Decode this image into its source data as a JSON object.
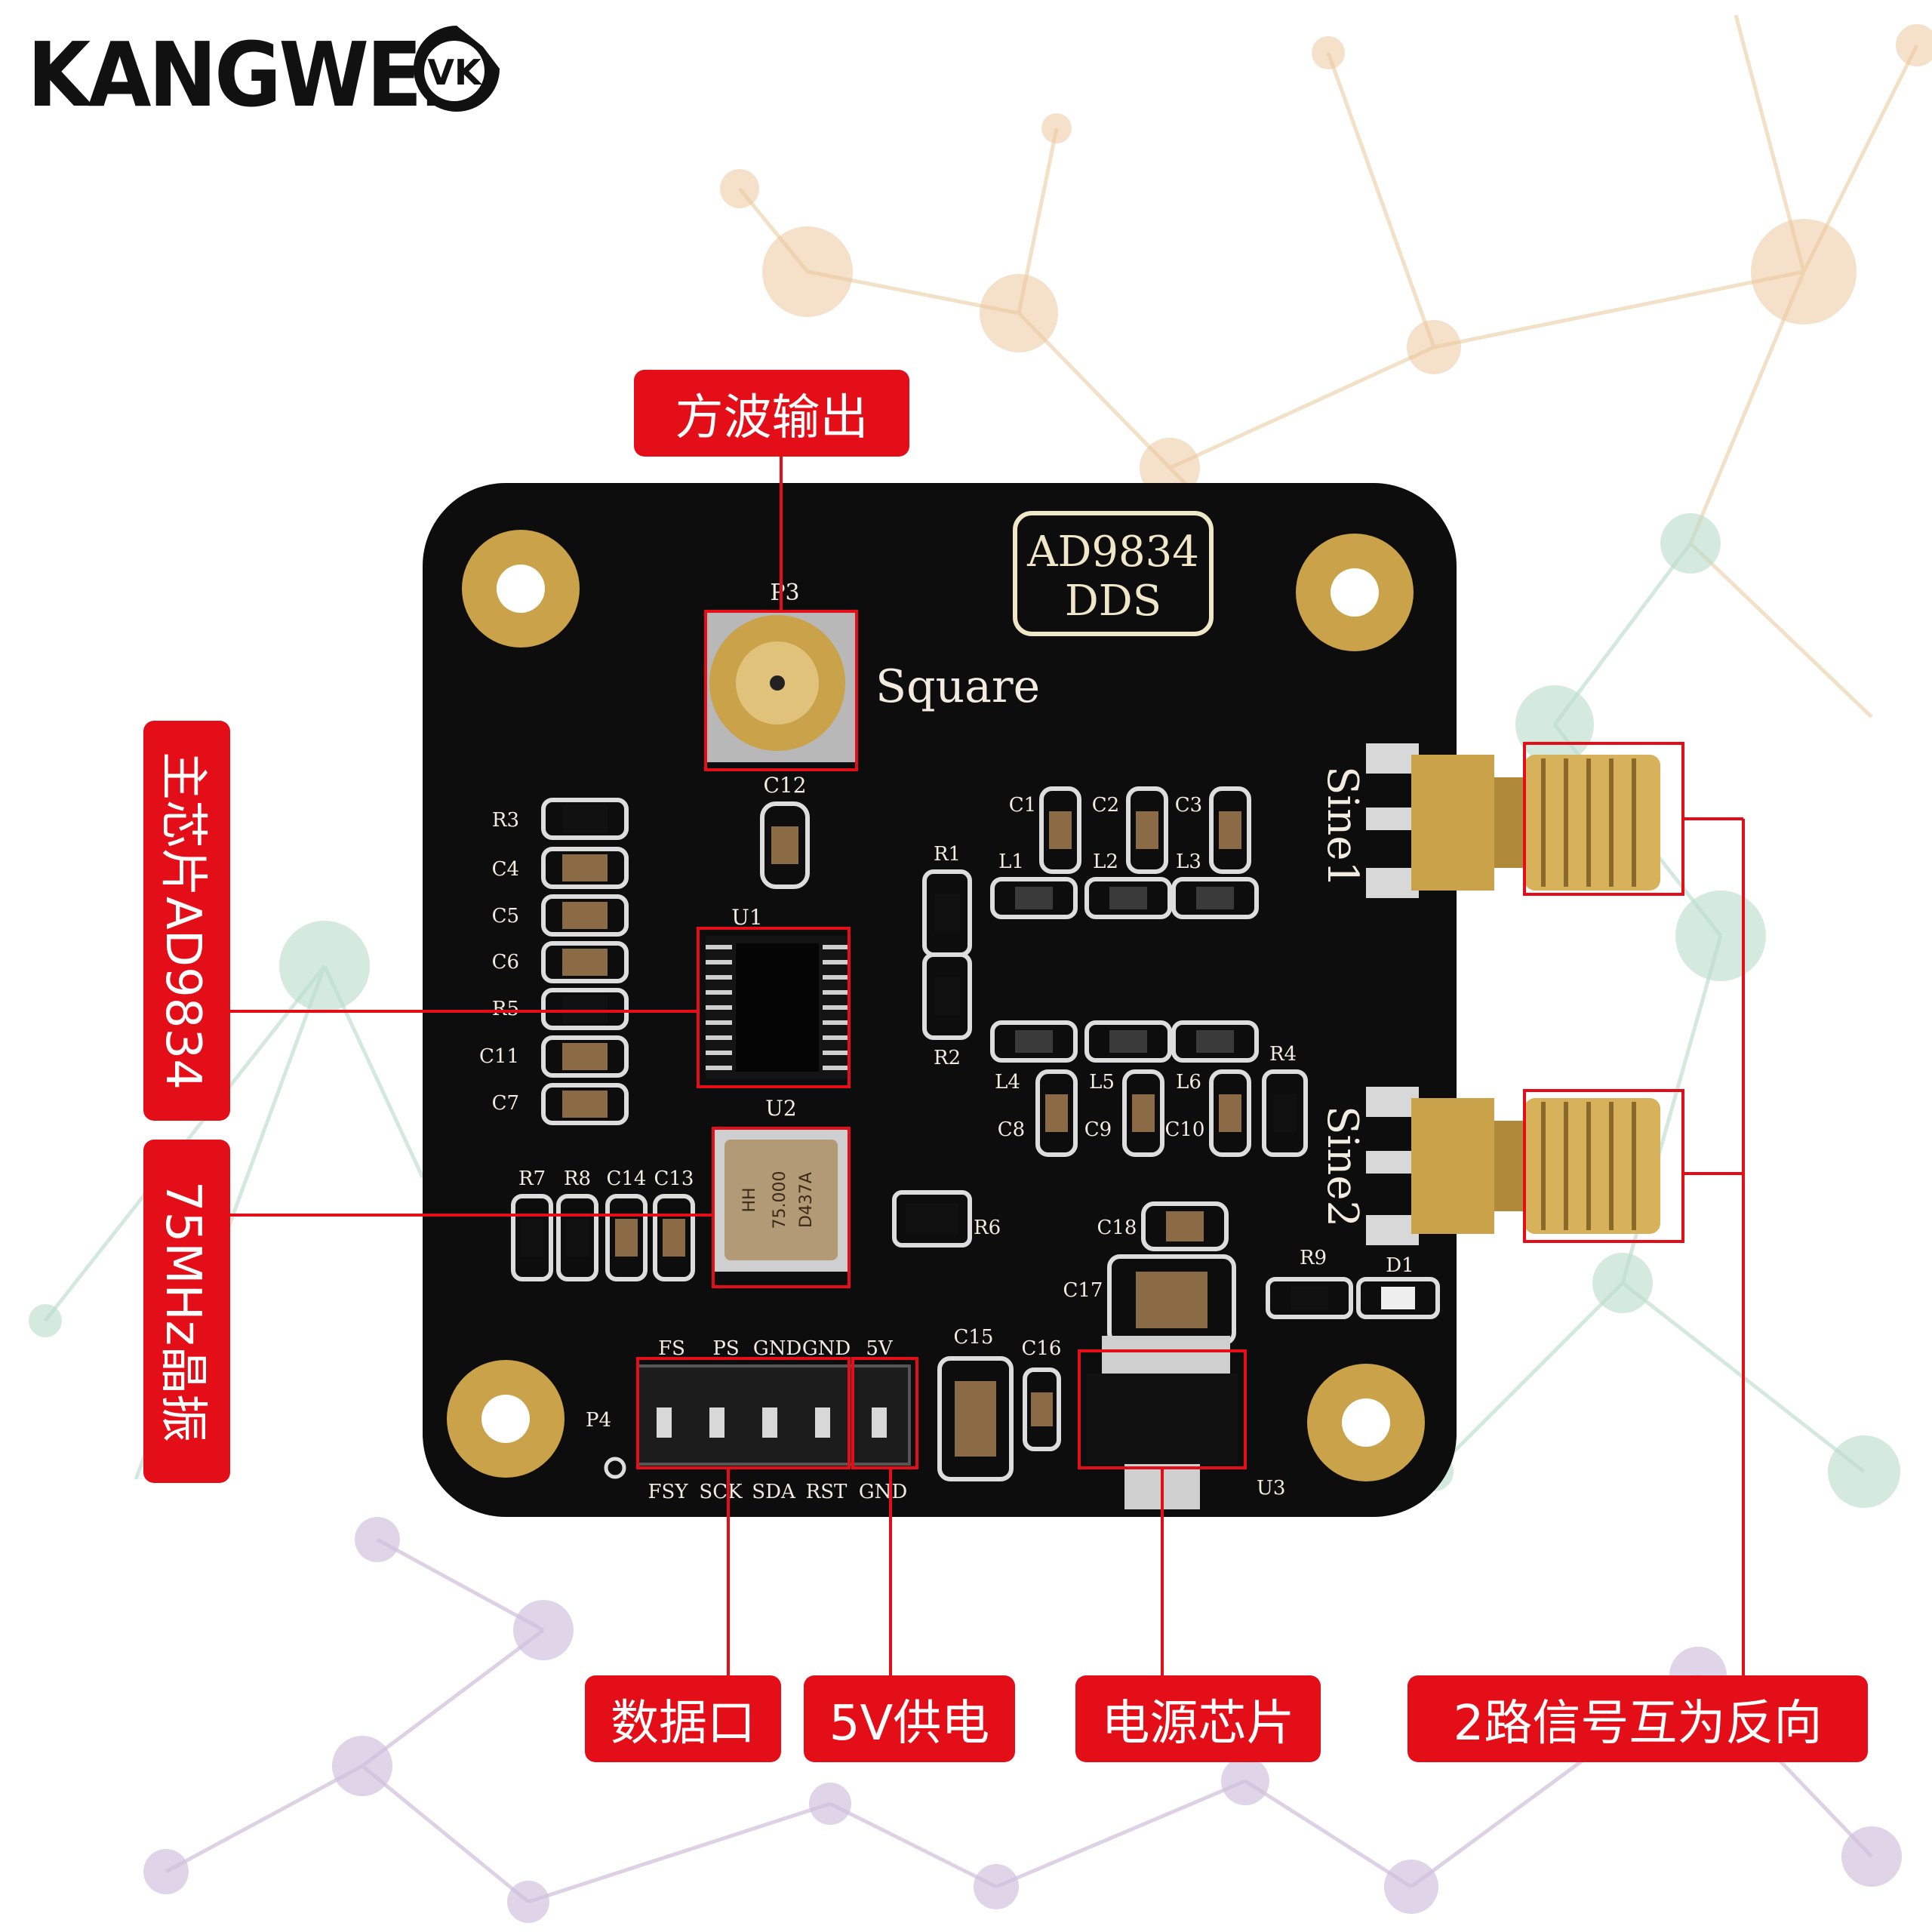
{
  "brand": {
    "logo_text": "KANGWEI",
    "logo_mark": "VK"
  },
  "board": {
    "name_line1": "AD9834",
    "name_line2": "DDS",
    "square_label": "Square",
    "sine1_label": "Sine1",
    "sine2_label": "Sine2",
    "designators": {
      "p3": "P3",
      "p4": "P4",
      "u1": "U1",
      "u2": "U2",
      "u3": "U3",
      "r1": "R1",
      "r2": "R2",
      "r3": "R3",
      "r4": "R4",
      "r5": "R5",
      "r6": "R6",
      "r7": "R7",
      "r8": "R8",
      "r9": "R9",
      "c1": "C1",
      "c2": "C2",
      "c3": "C3",
      "c4": "C4",
      "c5": "C5",
      "c6": "C6",
      "c7": "C7",
      "c8": "C8",
      "c9": "C9",
      "c10": "C10",
      "c11": "C11",
      "c12": "C12",
      "c13": "C13",
      "c14": "C14",
      "c15": "C15",
      "c16": "C16",
      "c17": "C17",
      "c18": "C18",
      "l1": "L1",
      "l2": "L2",
      "l3": "L3",
      "l4": "L4",
      "l5": "L5",
      "l6": "L6",
      "d1": "D1"
    },
    "header_top_labels": [
      "FS",
      "PS",
      "GND",
      "GND",
      "5V"
    ],
    "header_bottom_labels": [
      "FSY",
      "SCK",
      "SDA",
      "RST",
      "GND"
    ],
    "crystal_marking": [
      "HH",
      "75.000",
      "D437A"
    ]
  },
  "callouts": {
    "square_output": "方波输出",
    "main_chip": "主芯片AD9834",
    "crystal": "75MHz晶振",
    "data_port": "数据口",
    "power_5v": "5V供电",
    "power_chip": "电源芯片",
    "two_channel": "2路信号互为反向"
  },
  "colors": {
    "callout_red": "#e30e18",
    "pcb_black": "#0d0d0d",
    "gold": "#c9a24a",
    "silkscreen": "#f2ece0"
  }
}
